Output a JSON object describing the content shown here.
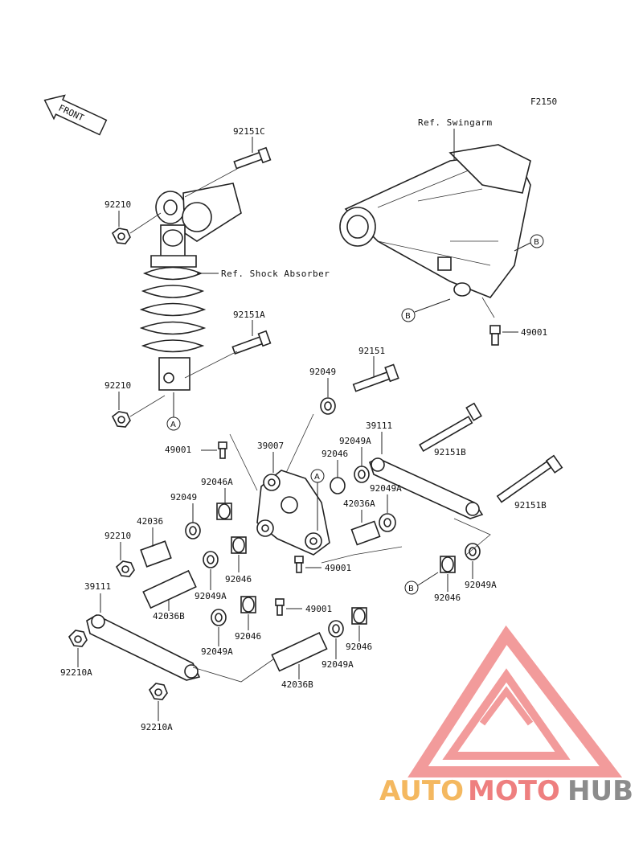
{
  "figure_code": "F2150",
  "front_label": "FRONT",
  "refs": {
    "swingarm": "Ref. Swingarm",
    "shock": "Ref. Shock Absorber"
  },
  "labels": {
    "p92151C": "92151C",
    "p92210_a": "92210",
    "p92151A": "92151A",
    "p92210_b": "92210",
    "p49001_a": "49001",
    "p92151": "92151",
    "p92049_a": "92049",
    "p39007": "39007",
    "p92049A_a": "92049A",
    "p39111_a": "39111",
    "p92046_a": "92046",
    "p92151B_a": "92151B",
    "p92046A": "92046A",
    "p92049_b": "92049",
    "p42036": "42036",
    "p92210_c": "92210",
    "p42036A": "42036A",
    "p92049A_b": "92049A",
    "p92151B_b": "92151B",
    "p92046_b": "92046",
    "p49001_b": "49001",
    "p39111_b": "39111",
    "p92049A_c": "92049A",
    "p42036B_a": "42036B",
    "p49001_c": "49001",
    "p92046_c": "92046",
    "p92046_d": "92046",
    "p92049A_d": "92049A",
    "p92210A_a": "92210A",
    "p92049A_e": "92049A",
    "p92046_e": "92046",
    "p92049A_f": "92049A",
    "p42036B_b": "42036B",
    "p92210A_b": "92210A",
    "p49001_d": "49001"
  },
  "callouts": {
    "A": "A",
    "B": "B"
  },
  "watermark": {
    "part1": "AUTO",
    "part2": "MOTO",
    "part3": "HUB",
    "color1": "#f4b860",
    "color2": "#ee7f7f",
    "color3": "#8c8c8c"
  }
}
